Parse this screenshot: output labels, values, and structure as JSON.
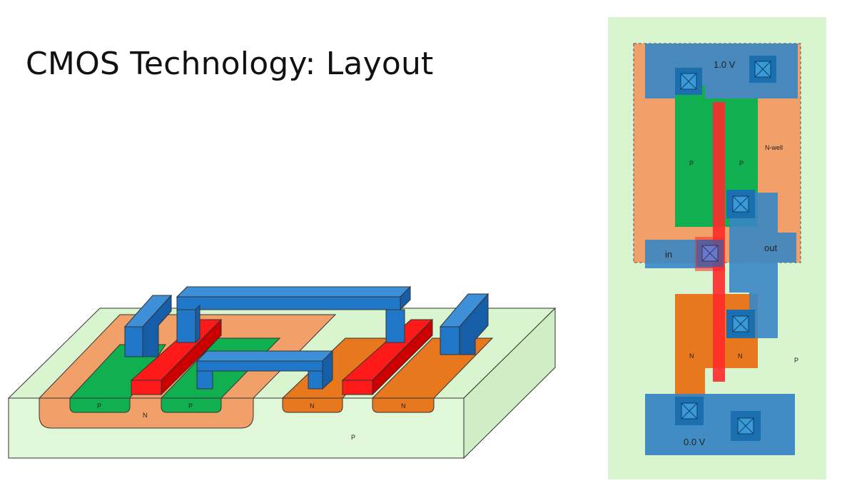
{
  "slide": {
    "title": "CMOS Technology: Layout"
  },
  "cross_section": {
    "substrate_label": "P",
    "nwell_label": "N",
    "pmos_left_diffusion": "P",
    "pmos_right_diffusion": "P",
    "nmos_left_diffusion": "N",
    "nmos_right_diffusion": "N"
  },
  "layout_view": {
    "vdd_label": "1.0 V",
    "gnd_label": "0.0 V",
    "nwell_label": "N-well",
    "pmos_source_label": "P",
    "pmos_drain_label": "P",
    "nmos_source_label": "N",
    "nmos_drain_label": "N",
    "substrate_label": "P",
    "input_label": "in",
    "output_label": "out"
  },
  "colors": {
    "substrate": "#d8f5d0",
    "nwell": "#f2a06a",
    "p_diffusion": "#10b050",
    "n_diffusion": "#e8781e",
    "polysilicon": "#ff1a1a",
    "metal": "#1f77c9",
    "metal_layout": "#3a86c4",
    "contact": "#1b6fae"
  }
}
